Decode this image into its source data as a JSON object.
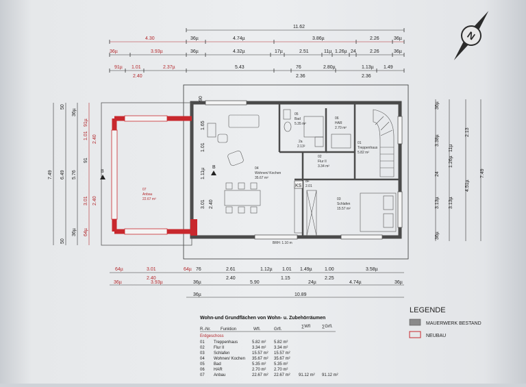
{
  "top_dims": {
    "row1": [
      "11.62"
    ],
    "row2": [
      "4.30",
      "36µ",
      "4.74µ",
      "3.86µ",
      "2.26",
      "36µ"
    ],
    "row3": [
      "36µ",
      "3.93µ",
      "36µ",
      "4.32µ",
      "17µ",
      "2.51",
      "11µ",
      "1.26µ",
      "24",
      "2.26",
      "36µ"
    ],
    "row4": [
      "91µ",
      "1.01",
      "2.37µ",
      "5.43",
      "76",
      "2.80µ",
      "1.13µ",
      "1.49"
    ],
    "row4b": [
      "2.40",
      "2.36",
      "2.36"
    ]
  },
  "bottom_dims": {
    "row1": [
      "64µ",
      "3.01",
      "64µ",
      "76",
      "2.61",
      "1.12µ",
      "1.01",
      "1.49µ",
      "1.00",
      "3.58µ"
    ],
    "row1b": [
      "2.40",
      "2.40",
      "1.15",
      "2.25"
    ],
    "row2": [
      "36µ",
      "3.93µ",
      "36µ",
      "5.90",
      "24µ",
      "4.74µ",
      "36µ"
    ],
    "row3": [
      "36µ",
      "10.89"
    ]
  },
  "left_dims": [
    "7.49",
    "6.49",
    "5.76",
    "50",
    "36µ",
    "91µ",
    "1.01",
    "2.40",
    "91",
    "3.01",
    "2.40",
    "36µ",
    "64µ",
    "50"
  ],
  "right_dims": [
    "36µ",
    "3.38µ",
    "2.13",
    "11µ",
    "1.26µ",
    "24",
    "4.51µ",
    "7.49",
    "3.13µ",
    "3.13µ",
    "36µ"
  ],
  "inner_dims": [
    "90",
    "1.65",
    "1.01",
    "1.11µ",
    "3.01",
    "2.40"
  ],
  "rooms": {
    "r01": {
      "num": "01",
      "name": "Treppenhaus",
      "area": "5.82 m²"
    },
    "r02": {
      "num": "02",
      "name": "Flur II",
      "area": "3.34 m²"
    },
    "r03": {
      "num": "03",
      "name": "Schlafen",
      "area": "15.57 m²"
    },
    "r04": {
      "num": "04",
      "name": "Wohnen/ Kochen",
      "area": "35.67 m²"
    },
    "r05": {
      "num": "05",
      "name": "Bad",
      "area": "5.35 m²"
    },
    "r06": {
      "num": "06",
      "name": "HAR",
      "area": "2.70 m²"
    },
    "r07": {
      "num": "07",
      "name": "Anbau",
      "area": "22.67 m²"
    },
    "r2a": {
      "num": "2a",
      "area": "2.13²"
    },
    "r8f": {
      "num": "8F",
      "area": "2.01"
    }
  },
  "labels": {
    "ks": "KS",
    "brh": "BRH: 1.10 m",
    "section_b": "B"
  },
  "table": {
    "title": "Wohn-und Grundflächen von Wohn- u. Zubehörräumen",
    "col_nr": "R.-Nr.",
    "col_func": "Funktion",
    "col_wfl": "Wfl.",
    "col_grfl": "Grfl.",
    "sum_wfl": "∑Wfl",
    "sum_grfl": "∑Grfl.",
    "floor": "Erdgeschoss",
    "rows": [
      {
        "nr": "01",
        "func": "Treppenhaus",
        "wfl": "5.82 m²",
        "grfl": "5.82 m²"
      },
      {
        "nr": "02",
        "func": "Flur II",
        "wfl": "3.34 m²",
        "grfl": "3.34 m²"
      },
      {
        "nr": "03",
        "func": "Schlafen",
        "wfl": "15.57 m²",
        "grfl": "15.57 m²"
      },
      {
        "nr": "04",
        "func": "Wohnen/ Kochen",
        "wfl": "35.67 m²",
        "grfl": "35.67 m²"
      },
      {
        "nr": "05",
        "func": "Bad",
        "wfl": "5.35 m²",
        "grfl": "5.35 m²"
      },
      {
        "nr": "06",
        "func": "HAR",
        "wfl": "2.70 m²",
        "grfl": "2.70 m²"
      },
      {
        "nr": "07",
        "func": "Anbau",
        "wfl": "22.67 m²",
        "grfl": "22.67 m²"
      }
    ],
    "total_wfl": "91.12 m²",
    "total_grfl": "91.12 m²"
  },
  "legend": {
    "title": "LEGENDE",
    "items": [
      {
        "label": "MAUERWERK BESTAND",
        "color": "#8a8a8a"
      },
      {
        "label": "NEUBAU",
        "color": "#c8282d"
      }
    ]
  },
  "colors": {
    "wall": "#4a4a4a",
    "new_wall": "#c8282d",
    "dim_line": "#333333",
    "red_dim": "#b3262a"
  },
  "icons": [
    "north-arrow-icon",
    "section-marker-icon"
  ]
}
